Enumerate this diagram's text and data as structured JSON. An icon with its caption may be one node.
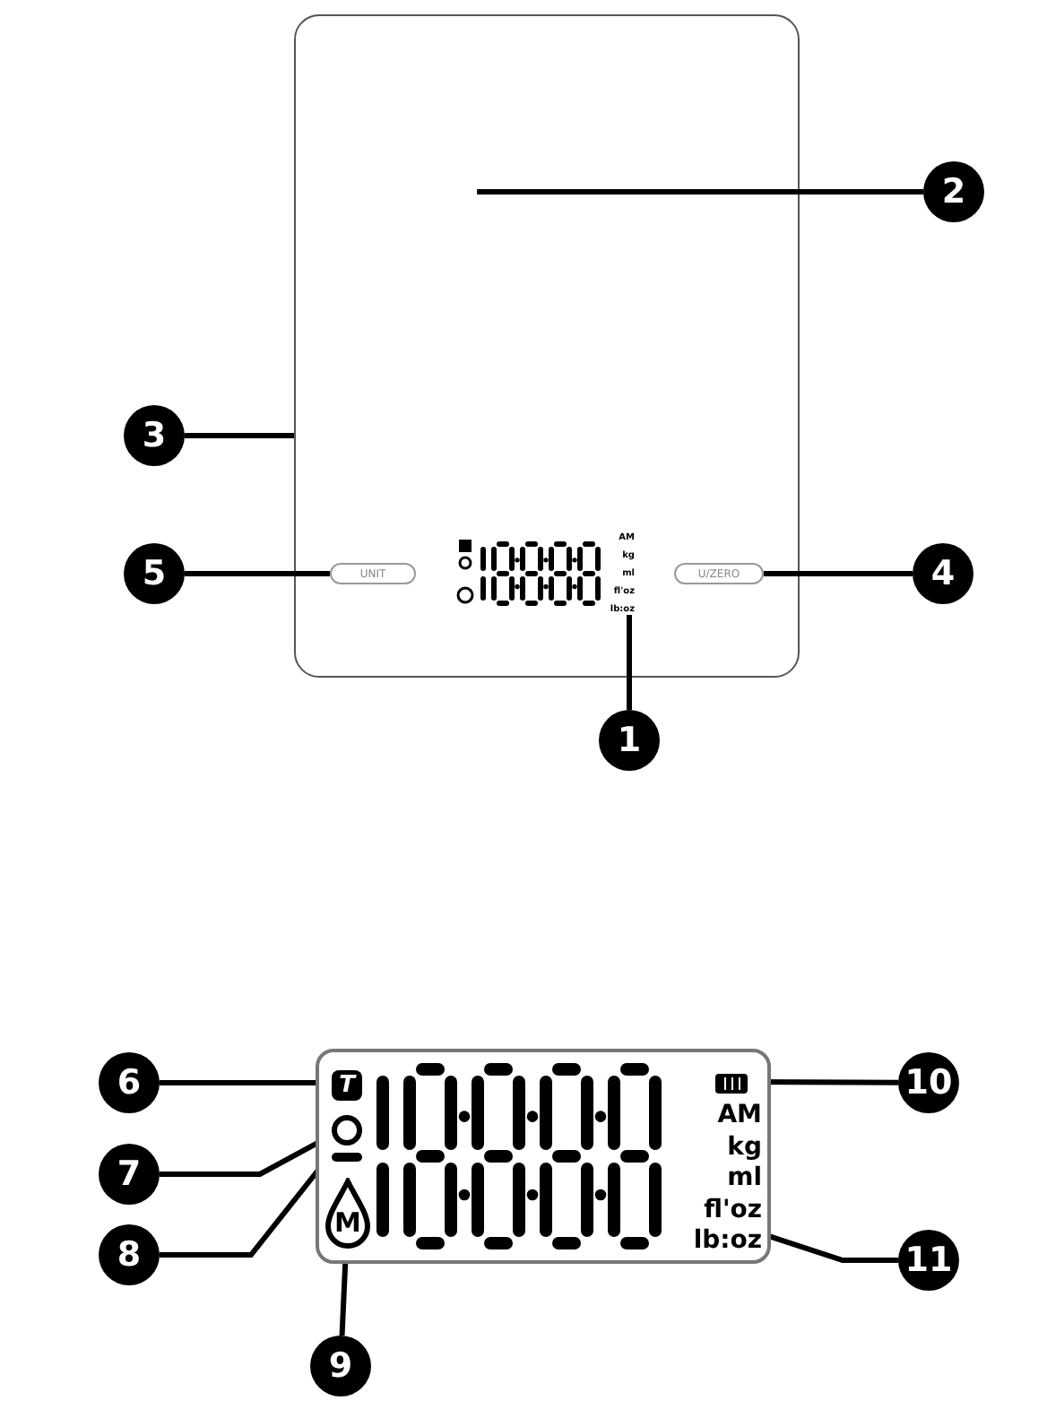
{
  "diagram": {
    "nodes": [
      {
        "text": [],
        "shape": "box"
      },
      {
        "text": [
          "AM",
          "kg",
          "ml",
          "fl'oz",
          "lb:oz"
        ],
        "in": 0
      },
      {
        "text": [
          "UNIT"
        ],
        "in": 0
      },
      {
        "text": [
          "U/ZERO"
        ],
        "in": 0
      },
      {
        "text": [
          "1"
        ]
      },
      {
        "text": [
          "2"
        ]
      },
      {
        "text": [
          "3"
        ]
      },
      {
        "text": [
          "4"
        ]
      },
      {
        "text": [
          "5"
        ]
      },
      {
        "text": [],
        "shape": "box"
      },
      {
        "text": [
          "T"
        ],
        "in": 9
      },
      {
        "text": [],
        "shape": "circle",
        "in": 9
      },
      {
        "text": [],
        "shape": "bar",
        "in": 9
      },
      {
        "text": [
          "M"
        ],
        "in": 9
      },
      {
        "text": [],
        "shape": "battery",
        "in": 9
      },
      {
        "text": [
          "AM",
          "kg",
          "ml",
          "fl'oz",
          "lb:oz"
        ],
        "in": 9
      },
      {
        "text": [
          "6"
        ]
      },
      {
        "text": [
          "7"
        ]
      },
      {
        "text": [
          "8"
        ]
      },
      {
        "text": [
          "9"
        ]
      },
      {
        "text": [
          "10"
        ]
      },
      {
        "text": [
          "11"
        ]
      }
    ],
    "edges": [
      {
        "from": 4,
        "to": 1,
        "arrow": "none"
      },
      {
        "from": 5,
        "to": 0,
        "arrow": "none"
      },
      {
        "from": 6,
        "to": 0,
        "arrow": "none"
      },
      {
        "from": 7,
        "to": 3,
        "arrow": "none"
      },
      {
        "from": 8,
        "to": 2,
        "arrow": "none"
      },
      {
        "from": 16,
        "to": 10,
        "arrow": "none"
      },
      {
        "from": 17,
        "to": 11,
        "arrow": "none"
      },
      {
        "from": 18,
        "to": 12,
        "arrow": "none"
      },
      {
        "from": 19,
        "to": 13,
        "arrow": "none"
      },
      {
        "from": 20,
        "to": 14,
        "arrow": "none"
      },
      {
        "from": 21,
        "to": 15,
        "arrow": "none"
      }
    ]
  }
}
